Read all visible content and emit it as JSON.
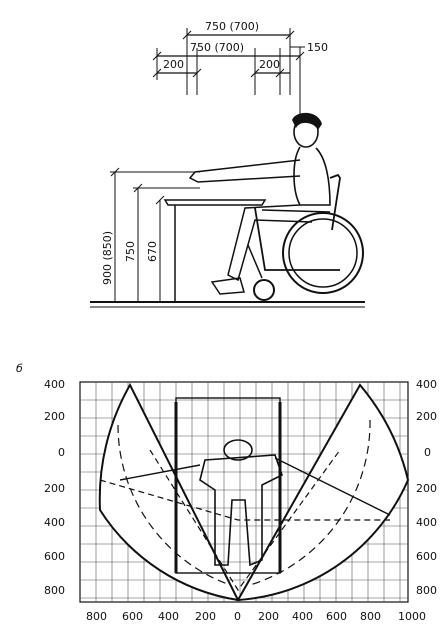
{
  "top_figure": {
    "dimensions_top": {
      "overall": "750 (700)",
      "inner": "750 (700)",
      "left_offset": "200",
      "right_offset": "200",
      "right_small": "150"
    },
    "heights": {
      "table_upper": "900 (850)",
      "table_mid": "750",
      "table_low": "670"
    }
  },
  "bottom_figure": {
    "panel_label": "б",
    "left_axis": [
      "400",
      "200",
      "0",
      "200",
      "400",
      "600",
      "800"
    ],
    "right_axis": [
      "400",
      "200",
      "0",
      "200",
      "400",
      "600",
      "800"
    ],
    "bottom_axis": [
      "800",
      "600",
      "400",
      "200",
      "0",
      "200",
      "400",
      "600",
      "800",
      "1000"
    ]
  },
  "colors": {
    "ink": "#111111",
    "paper": "#ffffff"
  }
}
